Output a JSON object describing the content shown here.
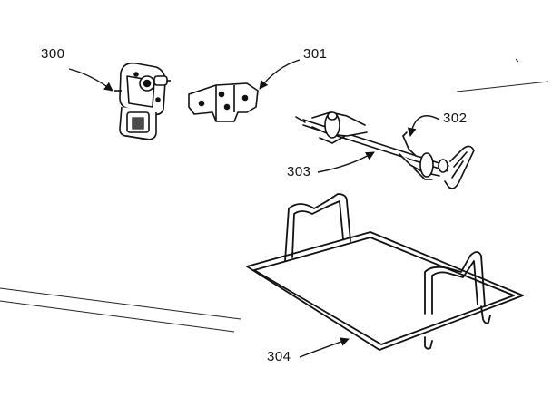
{
  "parts": [
    {
      "id": "300",
      "label": "300",
      "part": "rotisserie-motor"
    },
    {
      "id": "301",
      "label": "301",
      "part": "motor-mounting-bracket"
    },
    {
      "id": "302",
      "label": "302",
      "part": "spit-fork"
    },
    {
      "id": "303",
      "label": "303",
      "part": "spit-rod"
    },
    {
      "id": "304",
      "label": "304",
      "part": "spit-support-rack"
    }
  ],
  "colors": {
    "ink": "#111111",
    "background": "#ffffff"
  }
}
